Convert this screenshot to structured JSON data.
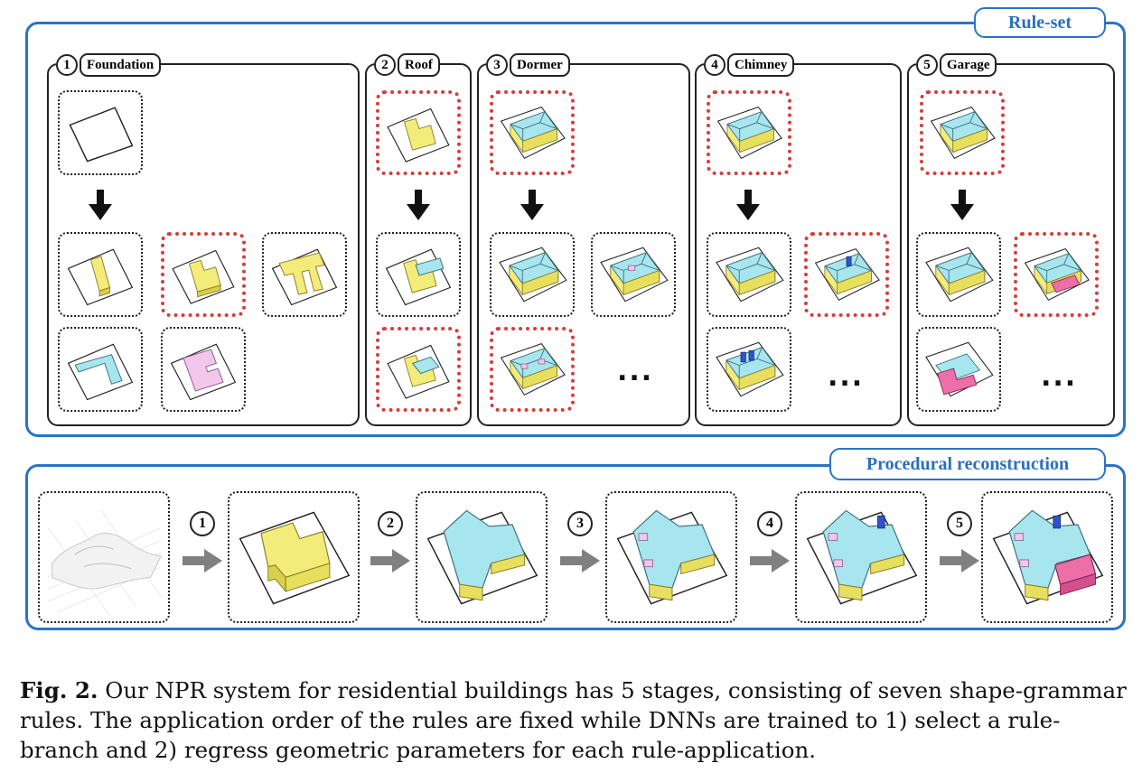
{
  "ruleset": {
    "title": "Rule-set",
    "groups": [
      {
        "num": "1",
        "label": "Foundation"
      },
      {
        "num": "2",
        "label": "Roof"
      },
      {
        "num": "3",
        "label": "Dormer"
      },
      {
        "num": "4",
        "label": "Chimney"
      },
      {
        "num": "5",
        "label": "Garage"
      }
    ],
    "ellipsis": "..."
  },
  "reconstruction": {
    "title": "Procedural reconstruction",
    "steps": [
      "1",
      "2",
      "3",
      "4",
      "5"
    ]
  },
  "caption": {
    "label": "Fig. 2.",
    "text": " Our NPR system for residential buildings has 5 stages, consisting of seven shape-grammar rules. The application order of the rules are fixed while DNNs are trained to 1) select a rule-branch and 2) regress geometric parameters for each rule-application."
  },
  "colors": {
    "panel_border": "#2a74c4",
    "selection": "#d63c3c",
    "foundation_yellow": "#f4ec7a",
    "roof_cyan": "#a8e6ef",
    "garage_pink": "#ec6fa8",
    "chimney_blue": "#2d55c8",
    "lshape_pink": "#f3c6ec"
  }
}
